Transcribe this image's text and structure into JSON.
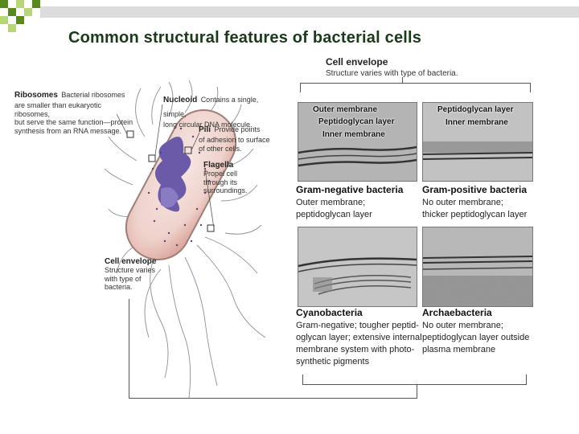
{
  "title": "Common structural features of bacterial cells",
  "envelope": {
    "heading": "Cell envelope",
    "desc": "Structure varies with type of bacteria."
  },
  "cell_labels": {
    "ribosomes_head": "Ribosomes",
    "ribosomes_text": [
      "Bacterial ribosomes",
      "are smaller than eukaryotic ribosomes,",
      "but serve the same function—protein",
      "synthesis from an RNA message."
    ],
    "nucleoid_head": "Nucleoid",
    "nucleoid_text": [
      "Contains a single, simple,",
      "long circular DNA molecule."
    ],
    "pili_head": "Pili",
    "pili_text": [
      "Provide points",
      "of adhesion to surface",
      "of other cells."
    ],
    "flagella_head": "Flagella",
    "flagella_text": [
      "Propel cell",
      "through its",
      "surroundings."
    ],
    "envelope_head": "Cell envelope",
    "envelope_text": [
      "Structure varies",
      "with type of",
      "bacteria."
    ]
  },
  "panels": {
    "gram_negative": {
      "labels": [
        "Outer membrane",
        "Peptidoglycan layer",
        "Inner membrane"
      ],
      "heading": "Gram-negative bacteria",
      "desc": [
        "Outer membrane;",
        "peptidoglycan layer"
      ]
    },
    "gram_positive": {
      "labels": [
        "Peptidoglycan layer",
        "Inner membrane"
      ],
      "heading": "Gram-positive bacteria",
      "desc": [
        "No outer membrane;",
        "thicker peptidoglycan layer"
      ]
    },
    "cyanobacteria": {
      "heading": "Cyanobacteria",
      "desc": [
        "Gram-negative; tougher peptid-",
        "oglycan layer; extensive internal",
        "membrane system with photo-",
        "synthetic pigments"
      ]
    },
    "archaebacteria": {
      "heading": "Archaebacteria",
      "desc": [
        "No outer membrane;",
        "peptidoglycan layer outside",
        "plasma membrane"
      ]
    }
  },
  "colors": {
    "title": "#1a3a1a",
    "deco_green_dark": "#5a8a1e",
    "deco_green_light": "#b7d67a",
    "cell_fill": "#f2d9d4",
    "nucleoid": "#6b5aa8"
  }
}
